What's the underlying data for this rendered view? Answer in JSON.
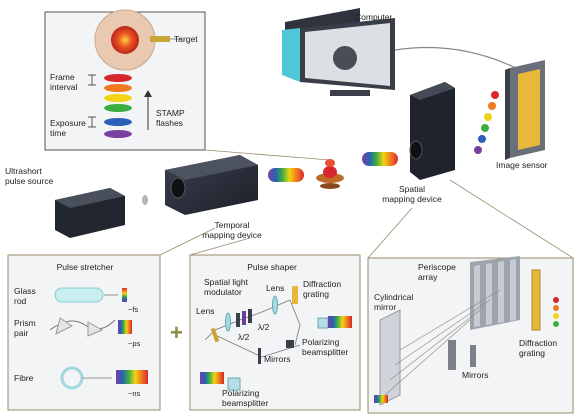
{
  "labels": {
    "computer": "Computer",
    "target": "Target",
    "frame_interval": [
      "Frame",
      "interval"
    ],
    "exposure_time": [
      "Exposure",
      "time"
    ],
    "stamp_flashes": [
      "STAMP",
      "flashes"
    ],
    "ultrashort_source": [
      "Ultrashort",
      "pulse source"
    ],
    "temporal_mapping": [
      "Temporal",
      "mapping device"
    ],
    "spatial_mapping": [
      "Spatial",
      "mapping device"
    ],
    "image_sensor": "Image sensor",
    "pulse_stretcher": "Pulse stretcher",
    "glass_rod": [
      "Glass",
      "rod"
    ],
    "prism_pair": [
      "Prism",
      "pair"
    ],
    "fibre": "Fibre",
    "fs": "~fs",
    "ps": "~ps",
    "ns": "~ns",
    "plus": "+",
    "pulse_shaper": "Pulse shaper",
    "slm": [
      "Spatial light",
      "modulator"
    ],
    "lens_left": "Lens",
    "lens_top": "Lens",
    "half_wave_1": "λ/2",
    "half_wave_2": "λ/2",
    "diffraction_grating_mid": [
      "Diffraction",
      "grating"
    ],
    "mirrors_mid": "Mirrors",
    "polarizing_bs_right": [
      "Polarizing",
      "beamsplitter"
    ],
    "polarizing_bs_bottom": [
      "Polarizing",
      "beamsplitter"
    ],
    "periscope_array": [
      "Periscope",
      "array"
    ],
    "cylindrical_mirror": [
      "Cylindrical",
      "mirror"
    ],
    "diffraction_grating_right": [
      "Diffraction",
      "grating"
    ],
    "mirrors_right": "Mirrors",
    "stamp_arrow": "↑"
  },
  "colors": {
    "spectrum": [
      "#d7262e",
      "#f07a1e",
      "#f2d316",
      "#3cae3f",
      "#2b5fb8",
      "#7b3fa0"
    ],
    "device_dark": "#2b2f3a",
    "panel_fill": "#f3f4f6",
    "panel_stroke": "#9a8a6a"
  }
}
